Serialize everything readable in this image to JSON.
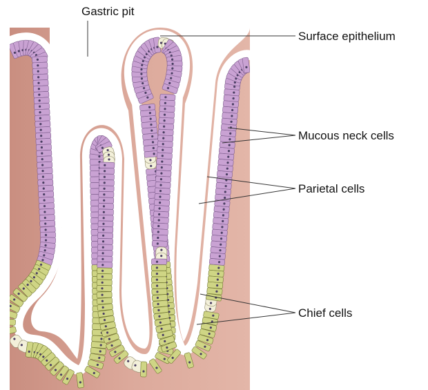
{
  "labels": {
    "gastric_pit": "Gastric pit",
    "surface_epithelium": "Surface epithelium",
    "mucous_neck_cells": "Mucous neck cells",
    "parietal_cells": "Parietal cells",
    "chief_cells": "Chief cells"
  },
  "colors": {
    "lamina_propria": "#dba89a",
    "lamina_propria_light": "#efd2c7",
    "mucous_cells": "#c9a2d3",
    "mucous_cell_edge": "#7c5c8c",
    "chief_cells": "#cfd585",
    "chief_cell_edge": "#6f7530",
    "parietal_cells": "#f3f0da",
    "nucleus": "#4b3f63"
  }
}
